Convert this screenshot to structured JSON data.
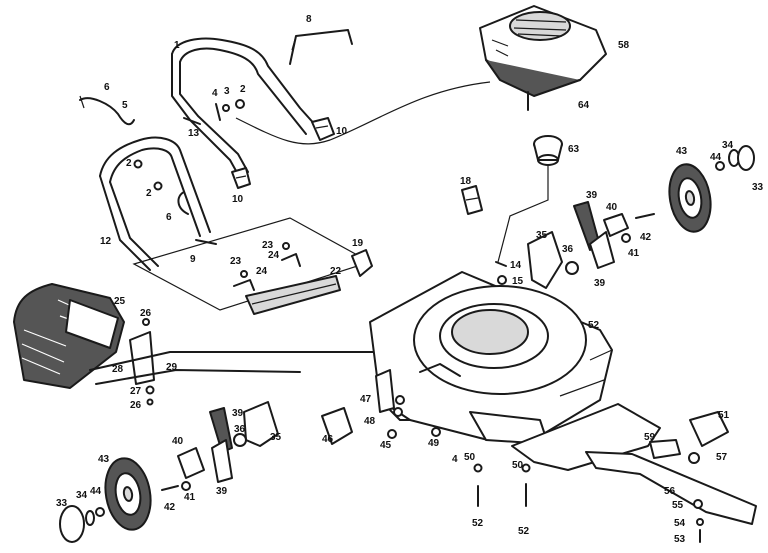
{
  "callouts": [
    {
      "text": "1"
    },
    {
      "text": "2"
    },
    {
      "text": "3"
    },
    {
      "text": "4"
    },
    {
      "text": "5"
    },
    {
      "text": "6"
    },
    {
      "text": "8"
    },
    {
      "text": "10"
    },
    {
      "text": "10"
    },
    {
      "text": "13"
    },
    {
      "text": "2"
    },
    {
      "text": "2"
    },
    {
      "text": "6"
    },
    {
      "text": "9"
    },
    {
      "text": "12"
    },
    {
      "text": "18"
    },
    {
      "text": "23"
    },
    {
      "text": "24"
    },
    {
      "text": "23"
    },
    {
      "text": "24"
    },
    {
      "text": "19"
    },
    {
      "text": "22"
    },
    {
      "text": "25"
    },
    {
      "text": "26"
    },
    {
      "text": "28"
    },
    {
      "text": "29"
    },
    {
      "text": "27"
    },
    {
      "text": "26"
    },
    {
      "text": "58"
    },
    {
      "text": "64"
    },
    {
      "text": "63"
    },
    {
      "text": "14"
    },
    {
      "text": "15"
    },
    {
      "text": "35"
    },
    {
      "text": "36"
    },
    {
      "text": "39"
    },
    {
      "text": "39"
    },
    {
      "text": "40"
    },
    {
      "text": "41"
    },
    {
      "text": "42"
    },
    {
      "text": "43"
    },
    {
      "text": "44"
    },
    {
      "text": "34"
    },
    {
      "text": "33"
    },
    {
      "text": "52"
    },
    {
      "text": "47"
    },
    {
      "text": "48"
    },
    {
      "text": "45"
    },
    {
      "text": "46"
    },
    {
      "text": "49"
    },
    {
      "text": "4"
    },
    {
      "text": "50"
    },
    {
      "text": "50"
    },
    {
      "text": "52"
    },
    {
      "text": "52"
    },
    {
      "text": "39"
    },
    {
      "text": "36"
    },
    {
      "text": "35"
    },
    {
      "text": "40"
    },
    {
      "text": "43"
    },
    {
      "text": "44"
    },
    {
      "text": "34"
    },
    {
      "text": "33"
    },
    {
      "text": "41"
    },
    {
      "text": "42"
    },
    {
      "text": "39"
    },
    {
      "text": "51"
    },
    {
      "text": "59"
    },
    {
      "text": "57"
    },
    {
      "text": "55"
    },
    {
      "text": "56"
    },
    {
      "text": "54"
    },
    {
      "text": "53"
    }
  ]
}
